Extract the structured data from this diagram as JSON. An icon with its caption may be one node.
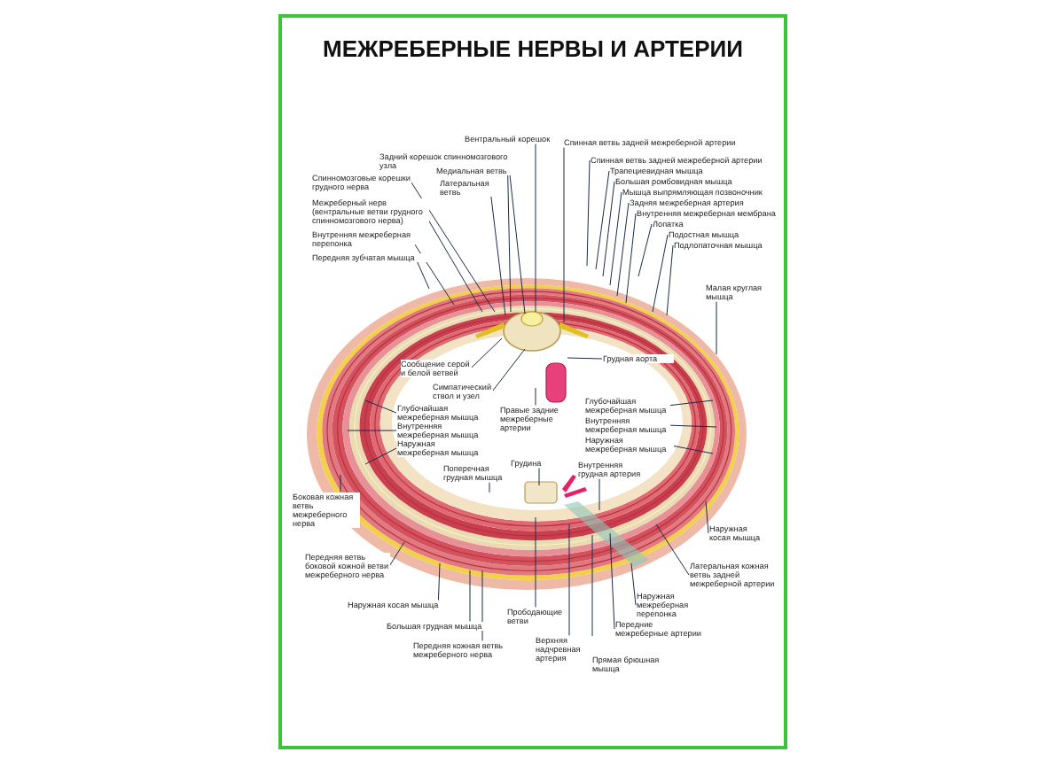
{
  "diagram": {
    "title": "МЕЖРЕБЕРНЫЕ НЕРВЫ И АРТЕРИИ",
    "nodes": [
      {
        "text": [
          "Вентральный корешок"
        ]
      },
      {
        "text": [
          "Задний корешок спинномозгового узла"
        ]
      },
      {
        "text": [
          "Медиальная ветвь"
        ]
      },
      {
        "text": [
          "Латеральная ветвь"
        ]
      },
      {
        "text": [
          "Спинномозговые корешки грудного нерва"
        ]
      },
      {
        "text": [
          "Межреберный нерв (вентральные ветви грудного спинномозгового нерва)"
        ]
      },
      {
        "text": [
          "Внутренняя межреберная перепонка"
        ]
      },
      {
        "text": [
          "Передняя зубчатая мышца"
        ]
      },
      {
        "text": [
          "Спинная ветвь задней межреберной артерии"
        ]
      },
      {
        "text": [
          "Спинная ветвь задней межреберной артерии"
        ]
      },
      {
        "text": [
          "Трапециевидная мышца"
        ]
      },
      {
        "text": [
          "Большая ромбовидная мышца"
        ]
      },
      {
        "text": [
          "Мышца выпрямляющая позвоночник"
        ]
      },
      {
        "text": [
          "Задняя межреберная артерия"
        ]
      },
      {
        "text": [
          "Внутренняя межреберная мембрана"
        ]
      },
      {
        "text": [
          "Лопатка"
        ]
      },
      {
        "text": [
          "Подостная мышца"
        ]
      },
      {
        "text": [
          "Подлопаточная мышца"
        ]
      },
      {
        "text": [
          "Малая круглая мышца"
        ]
      },
      {
        "text": [
          "Сообщение серой и белой ветвей"
        ]
      },
      {
        "text": [
          "Симпатический ствол и узел"
        ]
      },
      {
        "text": [
          "Грудная аорта"
        ]
      },
      {
        "text": [
          "Правые задние межреберные артерии"
        ]
      },
      {
        "text": [
          "Глубочайшая межреберная мышца"
        ]
      },
      {
        "text": [
          "Внутренняя межреберная мышца"
        ]
      },
      {
        "text": [
          "Наружная межреберная мышца"
        ]
      },
      {
        "text": [
          "Глубочайшая межреберная мышца"
        ]
      },
      {
        "text": [
          "Внутренняя межреберная мышца"
        ]
      },
      {
        "text": [
          "Наружная межреберная мышца"
        ]
      },
      {
        "text": [
          "Поперечная грудная мышца"
        ]
      },
      {
        "text": [
          "Грудина"
        ]
      },
      {
        "text": [
          "Внутренняя грудная артерия"
        ]
      },
      {
        "text": [
          "Боковая кожная ветвь межреберного нерва"
        ]
      },
      {
        "text": [
          "Передняя ветвь боковой кожной ветви межреберного нерва"
        ]
      },
      {
        "text": [
          "Наружная косая мышца"
        ]
      },
      {
        "text": [
          "Большая грудная мышца"
        ]
      },
      {
        "text": [
          "Передняя кожная ветвь межреберного нерва"
        ]
      },
      {
        "text": [
          "Прободающие ветви"
        ]
      },
      {
        "text": [
          "Верхняя надчревная артерия"
        ]
      },
      {
        "text": [
          "Прямая брюшная мышца"
        ]
      },
      {
        "text": [
          "Передние межреберные артерии"
        ]
      },
      {
        "text": [
          "Наружная межреберная перепонка"
        ]
      },
      {
        "text": [
          "Наружная косая мышца"
        ]
      },
      {
        "text": [
          "Латеральная кожная ветвь задней межреберной артерии"
        ]
      }
    ],
    "edges": [
      {
        "from": 0,
        "to": null,
        "arrow": "none"
      },
      {
        "from": 1,
        "to": null,
        "arrow": "none"
      },
      {
        "from": 2,
        "to": null,
        "arrow": "none"
      },
      {
        "from": 3,
        "to": null,
        "arrow": "none"
      },
      {
        "from": 4,
        "to": null,
        "arrow": "none"
      },
      {
        "from": 5,
        "to": null,
        "arrow": "none"
      },
      {
        "from": 6,
        "to": null,
        "arrow": "none"
      },
      {
        "from": 7,
        "to": null,
        "arrow": "none"
      },
      {
        "from": 8,
        "to": null,
        "arrow": "none"
      },
      {
        "from": 9,
        "to": null,
        "arrow": "none"
      },
      {
        "from": 10,
        "to": null,
        "arrow": "none"
      },
      {
        "from": 11,
        "to": null,
        "arrow": "none"
      },
      {
        "from": 12,
        "to": null,
        "arrow": "none"
      },
      {
        "from": 13,
        "to": null,
        "arrow": "none"
      },
      {
        "from": 14,
        "to": null,
        "arrow": "none"
      },
      {
        "from": 15,
        "to": null,
        "arrow": "none"
      },
      {
        "from": 16,
        "to": null,
        "arrow": "none"
      },
      {
        "from": 17,
        "to": null,
        "arrow": "none"
      },
      {
        "from": 18,
        "to": null,
        "arrow": "none"
      },
      {
        "from": 19,
        "to": null,
        "arrow": "none"
      },
      {
        "from": 20,
        "to": null,
        "arrow": "none"
      },
      {
        "from": 21,
        "to": null,
        "arrow": "none"
      },
      {
        "from": 22,
        "to": null,
        "arrow": "none"
      },
      {
        "from": 23,
        "to": null,
        "arrow": "none"
      },
      {
        "from": 24,
        "to": null,
        "arrow": "none"
      },
      {
        "from": 25,
        "to": null,
        "arrow": "none"
      },
      {
        "from": 26,
        "to": null,
        "arrow": "none"
      },
      {
        "from": 27,
        "to": null,
        "arrow": "none"
      },
      {
        "from": 28,
        "to": null,
        "arrow": "none"
      },
      {
        "from": 29,
        "to": null,
        "arrow": "none"
      },
      {
        "from": 30,
        "to": null,
        "arrow": "none"
      },
      {
        "from": 31,
        "to": null,
        "arrow": "none"
      },
      {
        "from": 32,
        "to": null,
        "arrow": "none"
      },
      {
        "from": 33,
        "to": null,
        "arrow": "none"
      },
      {
        "from": 34,
        "to": null,
        "arrow": "none"
      },
      {
        "from": 35,
        "to": null,
        "arrow": "none"
      },
      {
        "from": 36,
        "to": null,
        "arrow": "none"
      },
      {
        "from": 37,
        "to": null,
        "arrow": "none"
      },
      {
        "from": 38,
        "to": null,
        "arrow": "none"
      },
      {
        "from": 39,
        "to": null,
        "arrow": "none"
      },
      {
        "from": 40,
        "to": null,
        "arrow": "none"
      },
      {
        "from": 41,
        "to": null,
        "arrow": "none"
      },
      {
        "from": 42,
        "to": null,
        "arrow": "none"
      },
      {
        "from": 43,
        "to": null,
        "arrow": "none"
      }
    ]
  }
}
